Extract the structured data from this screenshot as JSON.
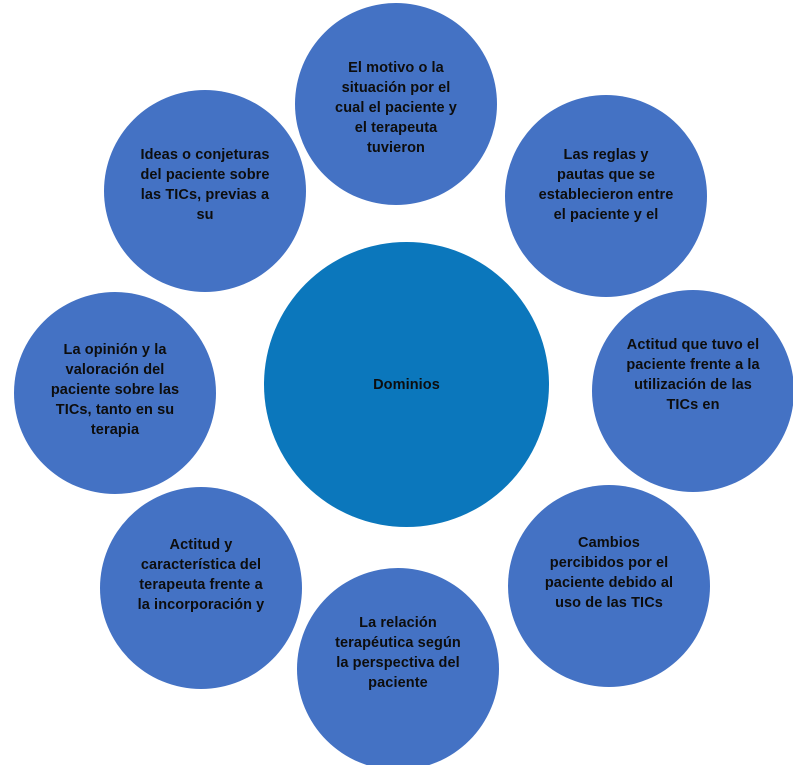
{
  "diagram": {
    "type": "radial-cycle",
    "colors": {
      "background": "#ffffff",
      "center_fill": "#0B77BC",
      "satellite_fill": "#4472C4",
      "label_text": "#0d0d0d"
    },
    "center": {
      "label": "Dominios"
    },
    "nodes": [
      {
        "position": "top",
        "label": "El motivo o la situación por el cual el paciente y el terapeuta tuvieron",
        "visible_lines": [
          "El motivo o la",
          "situación por el",
          "cual el paciente",
          "y el terapeuta",
          "tuvieron"
        ]
      },
      {
        "position": "top-right",
        "label": "Las reglas y pautas que se establecieron entre el paciente y el",
        "visible_lines": [
          "Las reglas y",
          "pautas que se",
          "establecieron",
          "entre el",
          "paciente y el"
        ]
      },
      {
        "position": "right",
        "label": "Actitud que tuvo el paciente frente a la utilización de las TICs en",
        "visible_lines": [
          "Actitud que",
          "tuvo el",
          "paciente frente",
          "a la utilización",
          "de las TICs en"
        ]
      },
      {
        "position": "bottom-right",
        "label": "Cambios percibidos por el paciente debido al uso de las TICs",
        "visible_lines": [
          "Cambios",
          "percibidos por",
          "el paciente",
          "debido al uso",
          "de las TICs"
        ]
      },
      {
        "position": "bottom",
        "label": "La relación terapéutica según la perspectiva del paciente",
        "visible_lines": [
          "La relación",
          "terapéutica",
          "según la",
          "perspectiva del",
          "paciente"
        ]
      },
      {
        "position": "bottom-left",
        "label": "Actitud y característica del terapeuta frente a la incorporación y",
        "visible_lines": [
          "Actitud y",
          "característica",
          "del terapeuta",
          "frente a la",
          "incorporación y"
        ]
      },
      {
        "position": "left",
        "label": "La opinión y la valoración del paciente sobre las TICs, tanto en su terapia",
        "visible_lines": [
          "La opinión y la",
          "valoración del",
          "paciente sobre",
          "las TICs, tanto",
          "en su terapia"
        ]
      },
      {
        "position": "top-left",
        "label": "Ideas o conjeturas del paciente sobre las TICs, previas a su",
        "visible_lines": [
          "Ideas o",
          "conjeturas del",
          "paciente sobre",
          "las TICs,",
          "previas a su"
        ]
      }
    ]
  }
}
